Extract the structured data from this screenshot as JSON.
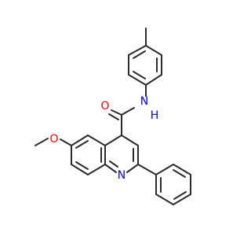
{
  "molecule": {
    "atoms": {
      "carbonyl_oxygen": {
        "symbol": "O",
        "color": "#ff0000"
      },
      "amide_nitrogen": {
        "symbol": "N",
        "color": "#0000ff"
      },
      "amide_hydrogen": {
        "symbol": "H",
        "color": "#0000ff"
      },
      "methoxy_oxygen": {
        "symbol": "O",
        "color": "#ff0000"
      },
      "ring_nitrogen": {
        "symbol": "N",
        "color": "#0000ff"
      }
    },
    "bond_color": "#2b2b2b",
    "background": "#ffffff"
  }
}
